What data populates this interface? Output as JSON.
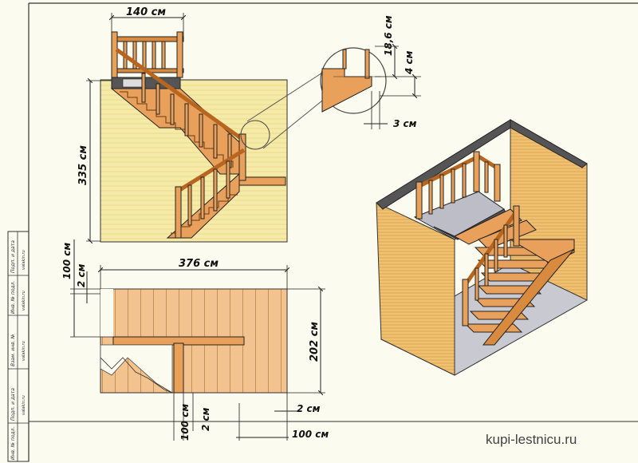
{
  "dimensions": {
    "top_width": "140 см",
    "total_height": "335 см",
    "riser": "18,6 см",
    "nosing_drop": "4 см",
    "nosing_overhang": "3 см",
    "plan_length": "376 см",
    "plan_depth": "202 см",
    "left_offset_large": "100 см",
    "left_offset_small": "2 см",
    "bottom_offset_large": "100 см",
    "bottom_offset_small": "2 см",
    "right_offset_small": "2 см",
    "right_offset_large": "100 см"
  },
  "watermark": "kupi-lestnicu.ru",
  "stamp_sheet": {
    "cells": [
      "Подп. и дата",
      "Инв. № подл.",
      "Взам. инв. №",
      "Подп. и дата",
      "Инв. № подл."
    ],
    "sub": "valakin.ru"
  },
  "colors": {
    "wall": "#f3e6a0",
    "wood": "#e8a05a",
    "wood_dark": "#b8651f",
    "floor": "#c9c9d2",
    "line": "#222222"
  }
}
